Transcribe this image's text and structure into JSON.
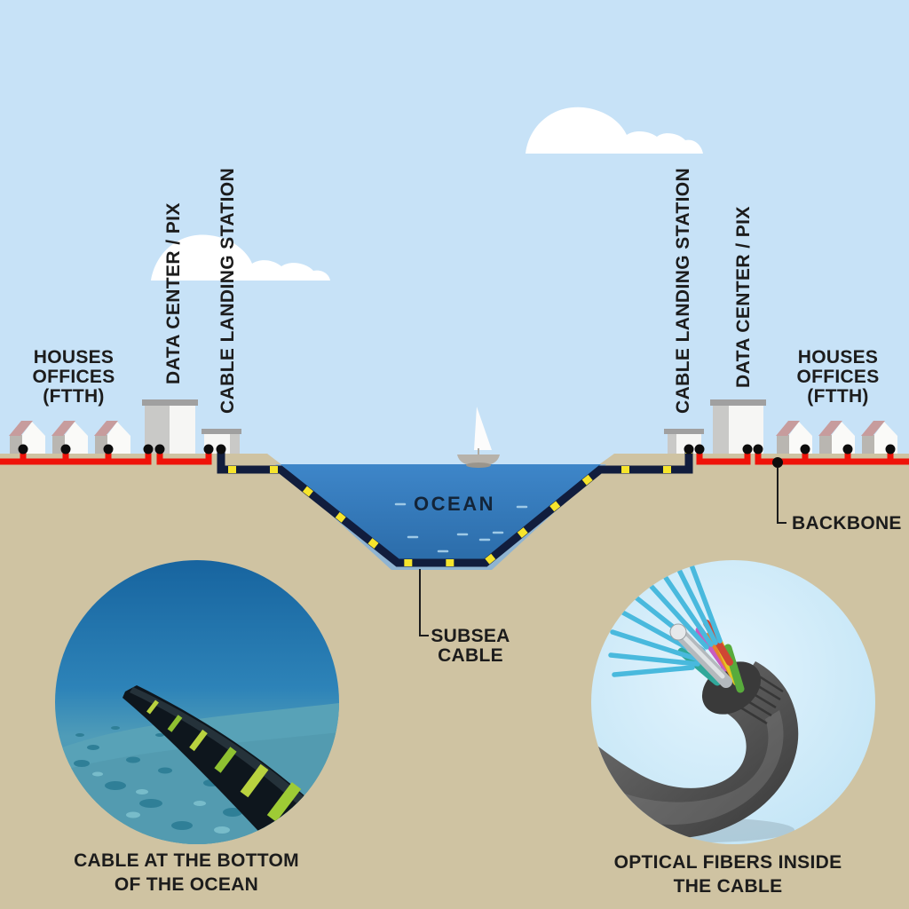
{
  "title": "Subsea internet cable infrastructure diagram",
  "colors": {
    "sky": "#c7e2f7",
    "cloud": "#ffffff",
    "land": "#cfc3a2",
    "oceanTop": "#3e86c9",
    "oceanBottom": "#2b6ca9",
    "oceanRim": "#8fb4d2",
    "subseaCable": "#111d3d",
    "cableDash": "#f6e42c",
    "backboneCable": "#ef1208",
    "nodeDot": "#0d0d0d",
    "labelText": "#1c1c1c",
    "oceanLabelText": "#132438",
    "connectorLine": "#1c1c1c",
    "waveMark": "#9ec9e6",
    "houseRoof": "#c79c9d",
    "houseWallShade": "#b9b6b1",
    "houseWall": "#fafaf8",
    "buildingFaceLight": "#f6f6f4",
    "buildingFaceShade": "#c9c9c7",
    "buildingRoof": "#a0a0a0",
    "boatHull": "#b7b2aa",
    "boatSail": "#fcfcfc"
  },
  "labels": {
    "left_houses": {
      "lines": [
        "HOUSES",
        "OFFICES",
        "(FTTH)"
      ]
    },
    "left_data_center": "DATA CENTER / PIX",
    "left_landing_station": "CABLE LANDING STATION",
    "right_landing_station": "CABLE LANDING STATION",
    "right_data_center": "DATA CENTER / PIX",
    "right_houses": {
      "lines": [
        "HOUSES",
        "OFFICES",
        "(FTTH)"
      ]
    },
    "ocean": "OCEAN",
    "backbone": "BACKBONE",
    "subsea_cable": {
      "lines": [
        "SUBSEA",
        "CABLE"
      ]
    },
    "caption_left": {
      "lines": [
        "CABLE AT THE BOTTOM",
        "OF THE OCEAN"
      ]
    },
    "caption_right": {
      "lines": [
        "OPTICAL FIBERS INSIDE",
        "THE CABLE"
      ]
    }
  }
}
